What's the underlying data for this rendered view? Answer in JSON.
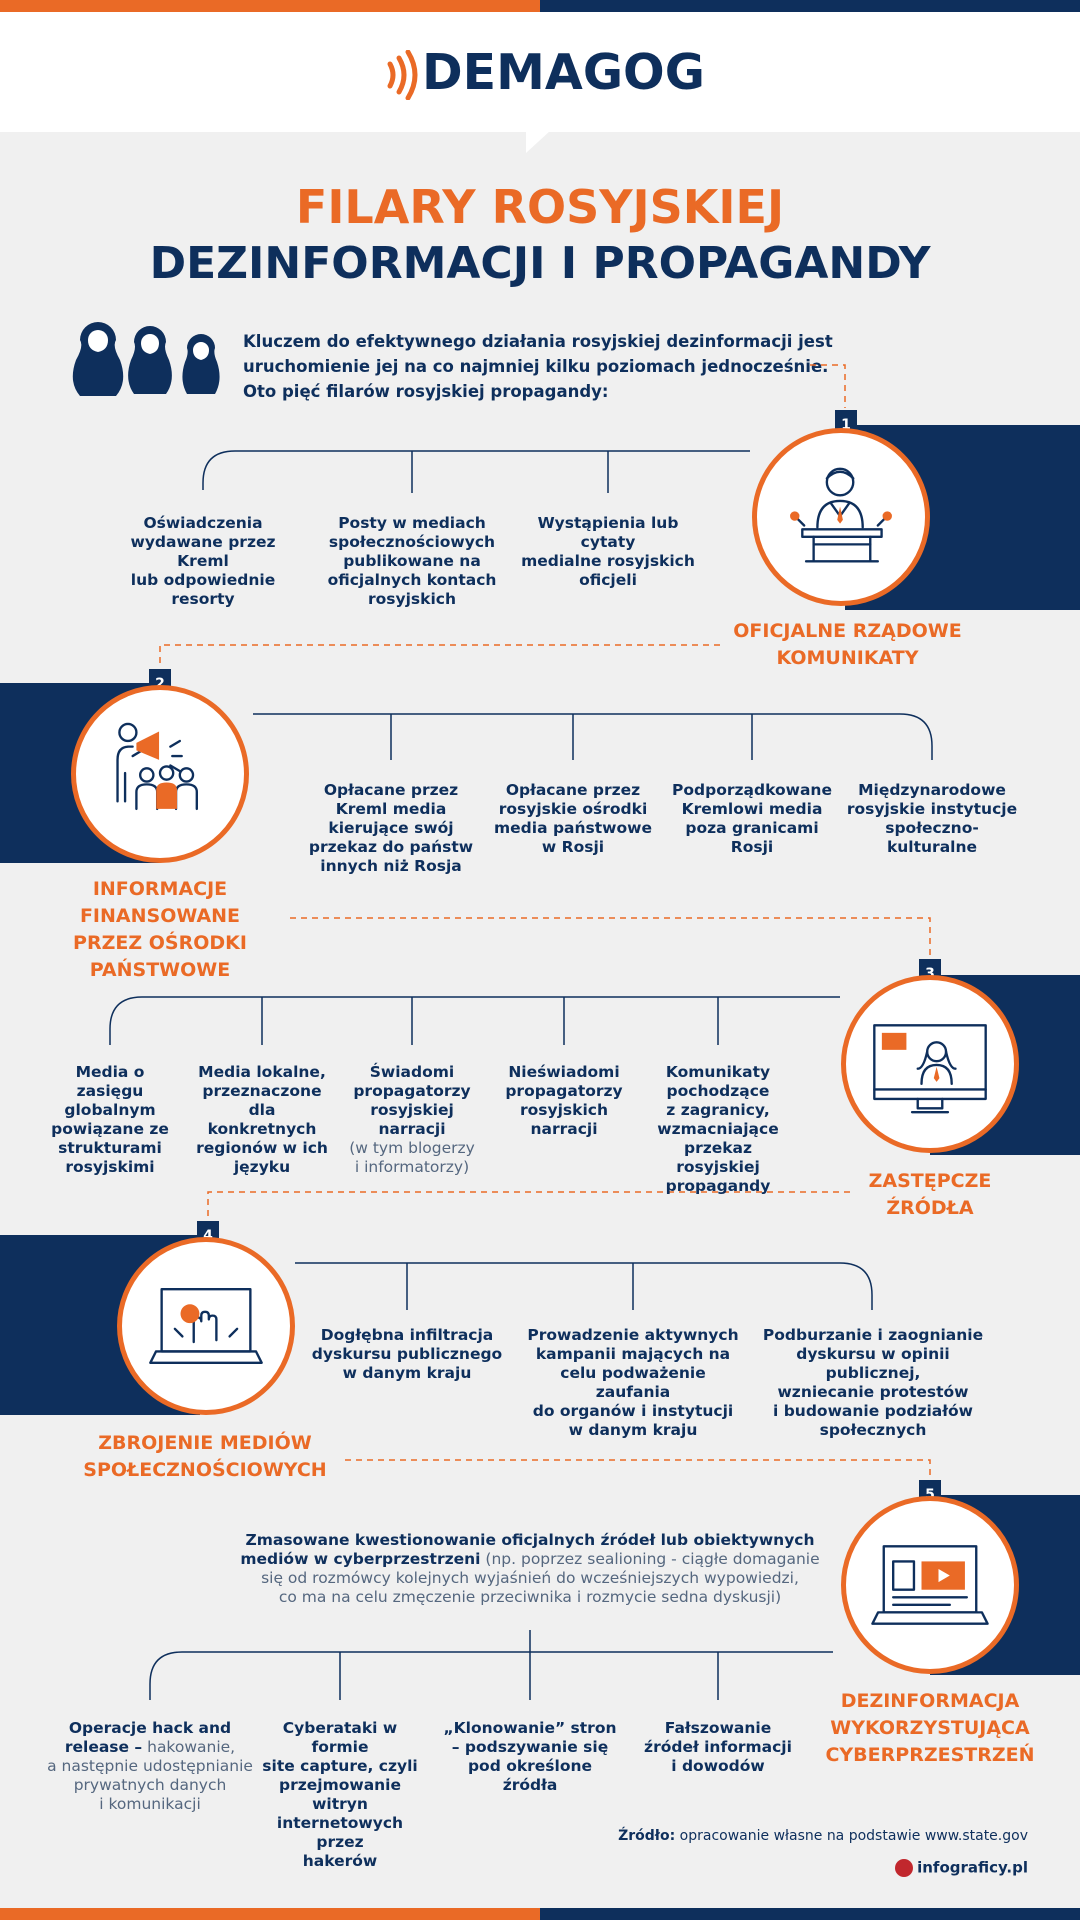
{
  "brand": {
    "name": "DEMAGOG"
  },
  "title": {
    "line1": "FILARY ROSYJSKIEJ",
    "line2": "DEZINFORMACJI I PROPAGANDY"
  },
  "intro": {
    "line1": "Kluczem do efektywnego działania rosyjskiej dezinformacji jest",
    "line2": "uruchomienie jej na co najmniej kilku poziomach jednocześnie.",
    "line3": "Oto pięć filarów rosyjskiej propagandy:"
  },
  "pillars": [
    {
      "number": "1",
      "title_lines": [
        "OFICJALNE RZĄDOWE",
        "KOMUNIKATY"
      ],
      "icon": "official-speaker-icon",
      "items": [
        [
          "Oświadczenia",
          "wydawane przez Kreml",
          "lub odpowiednie",
          "resorty"
        ],
        [
          "Posty w mediach",
          "społecznościowych",
          "publikowane na",
          "oficjalnych kontach",
          "rosyjskich"
        ],
        [
          "Wystąpienia lub cytaty",
          "medialne rosyjskich",
          "oficjeli"
        ]
      ]
    },
    {
      "number": "2",
      "title_lines": [
        "INFORMACJE FINANSOWANE",
        "PRZEZ OŚRODKI",
        "PAŃSTWOWE"
      ],
      "icon": "megaphone-crowd-icon",
      "items": [
        [
          "Opłacane przez",
          "Kreml media",
          "kierujące swój",
          "przekaz do państw",
          "innych niż Rosja"
        ],
        [
          "Opłacane przez",
          "rosyjskie ośrodki",
          "media państwowe",
          "w Rosji"
        ],
        [
          "Podporządkowane",
          "Kremlowi media",
          "poza granicami",
          "Rosji"
        ],
        [
          "Międzynarodowe",
          "rosyjskie instytucje",
          "społeczno-kulturalne"
        ]
      ]
    },
    {
      "number": "3",
      "title_lines": [
        "ZASTĘPCZE",
        "ŹRÓDŁA"
      ],
      "icon": "tv-presenter-icon",
      "items": [
        [
          "Media o zasięgu",
          "globalnym",
          "powiązane ze",
          "strukturami",
          "rosyjskimi"
        ],
        [
          "Media lokalne,",
          "przeznaczone dla",
          "konkretnych",
          "regionów w ich",
          "języku"
        ],
        [
          "Świadomi",
          "propagatorzy",
          "rosyjskiej narracji"
        ],
        [
          "Nieświadomi",
          "propagatorzy",
          "rosyjskich",
          "narracji"
        ],
        [
          "Komunikaty",
          "pochodzące",
          "z zagranicy,",
          "wzmacniające przekaz",
          "rosyjskiej propagandy"
        ]
      ],
      "item3_extra": [
        "(w tym blogerzy",
        "i informatorzy)"
      ]
    },
    {
      "number": "4",
      "title_lines": [
        "ZBROJENIE MEDIÓW",
        "SPOŁECZNOŚCIOWYCH"
      ],
      "icon": "laptop-hands-icon",
      "items": [
        [
          "Dogłębna infiltracja",
          "dyskursu publicznego",
          "w danym kraju"
        ],
        [
          "Prowadzenie aktywnych",
          "kampanii mających na",
          "celu podważenie zaufania",
          "do organów i instytucji",
          "w danym kraju"
        ],
        [
          "Podburzanie i zaognianie",
          "dyskursu w opinii publicznej,",
          "wzniecanie protestów",
          "i budowanie podziałów",
          "społecznych"
        ]
      ]
    },
    {
      "number": "5",
      "title_lines": [
        "DEZINFORMACJA",
        "WYKORZYSTUJĄCA",
        "CYBERPRZESTRZEŃ"
      ],
      "icon": "laptop-video-icon",
      "lead": {
        "bold1": "Zmasowane kwestionowanie oficjalnych źródeł lub obiektywnych",
        "bold2": "mediów w cyberprzestrzeni",
        "light2": " (np. poprzez sealioning - ciągłe domaganie",
        "light3": "się od rozmówcy kolejnych wyjaśnień do wcześniejszych wypowiedzi,",
        "light4": "co ma na celu zmęczenie przeciwnika i rozmycie sedna dyskusji)"
      },
      "item1": {
        "bold1": "Operacje hack and",
        "bold2": "release –",
        "light2": " hakowanie,",
        "light3": "a następnie udostępnianie",
        "light4": "prywatnych danych",
        "light5": "i komunikacji"
      },
      "items": [
        [
          "Cyberataki w formie",
          "site capture, czyli",
          "przejmowanie witryn",
          "internetowych przez",
          "hakerów"
        ],
        [
          "„Klonowanie” stron",
          "– podszywanie się",
          "pod określone",
          "źródła"
        ],
        [
          "Fałszowanie",
          "źródeł informacji",
          "i dowodów"
        ]
      ]
    }
  ],
  "footer": {
    "source_label": "Źródło:",
    "source_text": " opracowanie własne na podstawie www.state.gov",
    "logo_text": "infograficy.pl"
  },
  "colors": {
    "navy": "#0e2f5c",
    "orange": "#ea6a26",
    "background": "#f0f0f0"
  }
}
